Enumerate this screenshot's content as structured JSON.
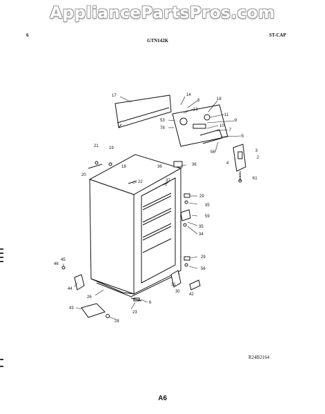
{
  "watermark": "AppliancePartsPros.com",
  "header": {
    "page": "6",
    "model": "GTN142K",
    "section": "ST-CAP"
  },
  "footer": {
    "drawing_code": "R24B2164",
    "page_label": "A6"
  },
  "callouts": [
    "17",
    "14",
    "8",
    "13",
    "53",
    "78",
    "18",
    "11",
    "9",
    "10",
    "7",
    "5",
    "56",
    "3",
    "4",
    "2",
    "1",
    "61",
    "21",
    "19",
    "20",
    "18",
    "36",
    "36",
    "37",
    "22",
    "29",
    "35",
    "59",
    "35",
    "34",
    "45",
    "46",
    "44",
    "26",
    "29",
    "56",
    "31",
    "30",
    "42",
    "6",
    "43",
    "23",
    "28"
  ]
}
